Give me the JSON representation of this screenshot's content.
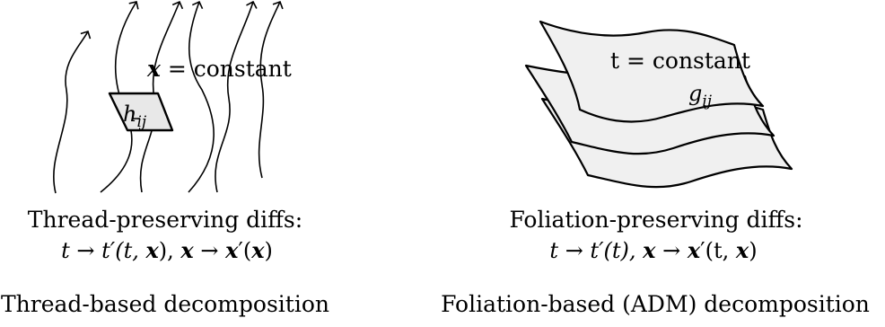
{
  "left_panel": {
    "threads_label_lhs": "x",
    "threads_label_rhs": " = constant",
    "spatial_metric_label": "h",
    "spatial_metric_subscript": "ij",
    "diff_caption": "Thread-preserving diffs:",
    "diff_formula": {
      "part1": "t → t′(t, ",
      "x1": "x",
      "part2": "),  ",
      "x2": "x",
      "part3": " → ",
      "x3": "x",
      "part4": "′(",
      "x4": "x",
      "part5": ")"
    },
    "decomposition_title": "Thread-based decomposition"
  },
  "right_panel": {
    "slice_label": "t = constant",
    "slice_metric_label": "g",
    "slice_metric_subscript": "ij",
    "diff_caption": "Foliation-preserving diffs:",
    "diff_formula": {
      "part1": "t → t′(t),  ",
      "x1": "x",
      "part2": " → ",
      "x2": "x",
      "part3": "′(t, ",
      "x3": "x",
      "part4": ")"
    },
    "decomposition_title": "Foliation-based (ADM) decomposition"
  }
}
